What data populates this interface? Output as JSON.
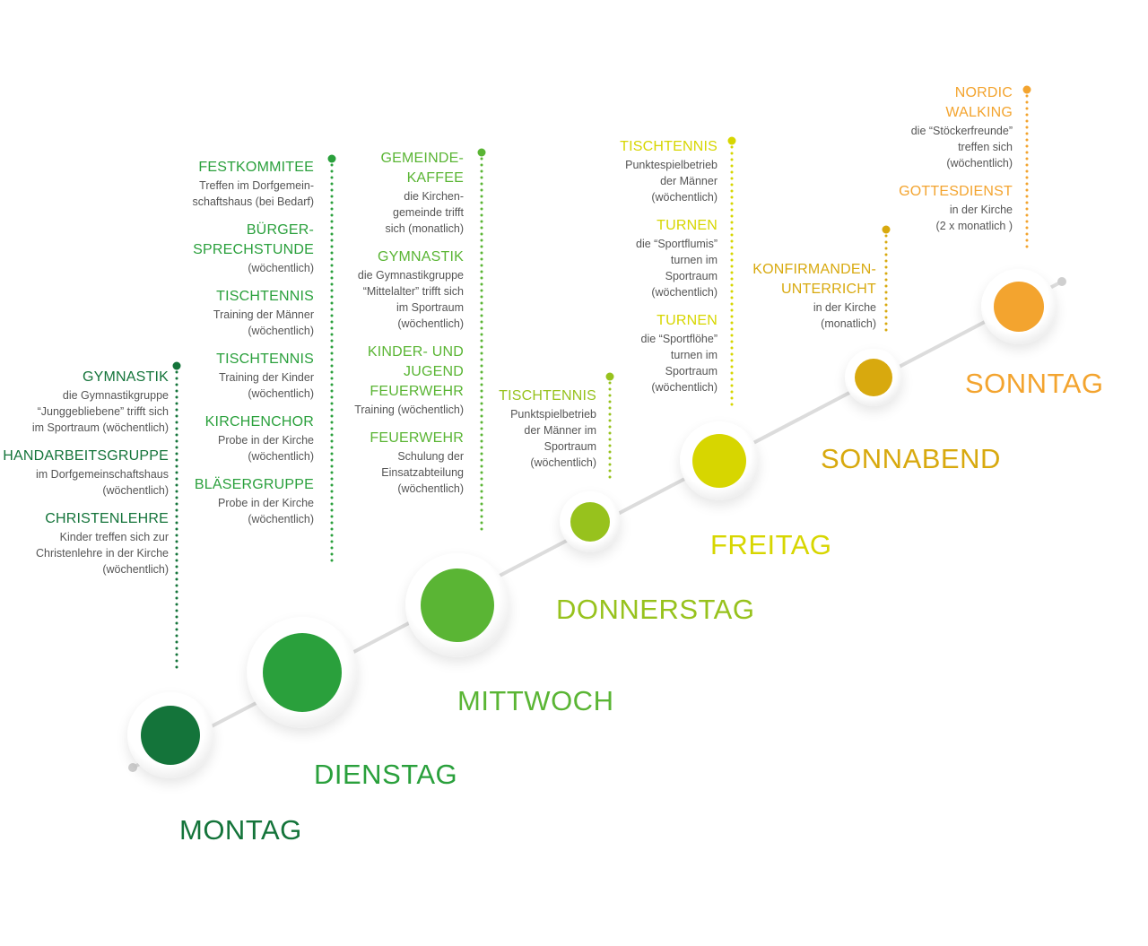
{
  "days": [
    {
      "key": "montag",
      "label": "MONTAG",
      "color": "#14743a",
      "activities": [
        {
          "title": "GYMNASTIK",
          "desc": "die Gymnastikgruppe\n“Junggebliebene” trifft sich\nim Sportraum (wöchentlich)"
        },
        {
          "title": "HANDARBEITSGRUPPE",
          "desc": "im Dorfgemeinschaftshaus\n(wöchentlich)"
        },
        {
          "title": "CHRISTENLEHRE",
          "desc": "Kinder treffen sich zur\nChristenlehre in der Kirche\n(wöchentlich)"
        }
      ]
    },
    {
      "key": "dienstag",
      "label": "DIENSTAG",
      "color": "#2aa03c",
      "activities": [
        {
          "title": "FESTKOMMITEE",
          "desc": "Treffen im Dorfgemein-\nschaftshaus (bei Bedarf)"
        },
        {
          "title": "BÜRGER-\nSPRECHSTUNDE",
          "desc": "(wöchentlich)"
        },
        {
          "title": "TISCHTENNIS",
          "desc": "Training der Männer\n(wöchentlich)"
        },
        {
          "title": "TISCHTENNIS",
          "desc": "Training der Kinder\n(wöchentlich)"
        },
        {
          "title": "KIRCHENCHOR",
          "desc": "Probe in der Kirche\n(wöchentlich)"
        },
        {
          "title": "BLÄSERGRUPPE",
          "desc": "Probe in der Kirche\n(wöchentlich)"
        }
      ]
    },
    {
      "key": "mittwoch",
      "label": "MITTWOCH",
      "color": "#5ab534",
      "activities": [
        {
          "title": "GEMEINDE-\nKAFFEE",
          "desc": "die Kirchen-\ngemeinde trifft\nsich (monatlich)"
        },
        {
          "title": "GYMNASTIK",
          "desc": "die Gymnastikgruppe\n“Mittelalter” trifft sich\nim Sportraum\n(wöchentlich)"
        },
        {
          "title": "KINDER- UND\nJUGEND\nFEUERWEHR",
          "desc": "Training (wöchentlich)"
        },
        {
          "title": "FEUERWEHR",
          "desc": "Schulung der\nEinsatzabteilung\n(wöchentlich)"
        }
      ]
    },
    {
      "key": "donnerstag",
      "label": "DONNERSTAG",
      "color": "#97c21d",
      "activities": [
        {
          "title": "TISCHTENNIS",
          "desc": "Punktspielbetrieb\nder Männer im\nSportraum\n(wöchentlich)"
        }
      ]
    },
    {
      "key": "freitag",
      "label": "FREITAG",
      "color": "#d7d600",
      "activities": [
        {
          "title": "TISCHTENNIS",
          "desc": "Punktespielbetrieb\nder Männer\n(wöchentlich)"
        },
        {
          "title": "TURNEN",
          "desc": "die “Sportflumis”\nturnen im\nSportraum\n(wöchentlich)"
        },
        {
          "title": "TURNEN",
          "desc": "die “Sportflöhe”\nturnen im\nSportraum\n(wöchentlich)"
        }
      ]
    },
    {
      "key": "sonnabend",
      "label": "SONNABEND",
      "color": "#d8a90e",
      "activities": [
        {
          "title": "KONFIRMANDEN-\nUNTERRICHT",
          "desc": "in der Kirche\n(monatlich)"
        }
      ]
    },
    {
      "key": "sonntag",
      "label": "SONNTAG",
      "color": "#f3a42f",
      "activities": [
        {
          "title": "NORDIC\nWALKING",
          "desc": "die “Stöckerfreunde”\ntreffen sich\n(wöchentlich)"
        },
        {
          "title": "GOTTESDIENST",
          "desc": "in der Kirche\n(2 x monatlich )"
        }
      ]
    }
  ]
}
